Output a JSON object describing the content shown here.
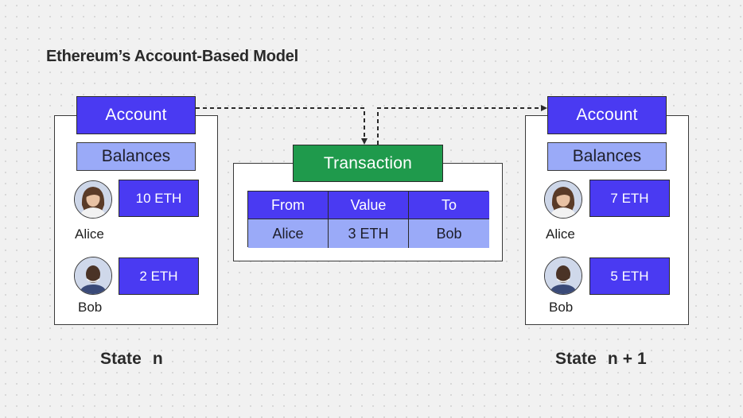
{
  "title": "Ethereum’s Account-Based Model",
  "left_state": {
    "header": "Account",
    "subheader": "Balances",
    "accounts": [
      {
        "name": "Alice",
        "balance": "10 ETH"
      },
      {
        "name": "Bob",
        "balance": "2 ETH"
      }
    ],
    "label": "State",
    "suffix": "n"
  },
  "transaction": {
    "header": "Transaction",
    "columns": [
      "From",
      "Value",
      "To"
    ],
    "row": [
      "Alice",
      "3 ETH",
      "Bob"
    ]
  },
  "right_state": {
    "header": "Account",
    "subheader": "Balances",
    "accounts": [
      {
        "name": "Alice",
        "balance": "7 ETH"
      },
      {
        "name": "Bob",
        "balance": "5 ETH"
      }
    ],
    "label": "State",
    "suffix": "n + 1"
  },
  "colors": {
    "accent": "#4a3af2",
    "light_accent": "#9aaaf8",
    "transaction": "#1f9a4c"
  },
  "icons": [
    "alice-avatar",
    "bob-avatar",
    "dashed-arrow"
  ]
}
